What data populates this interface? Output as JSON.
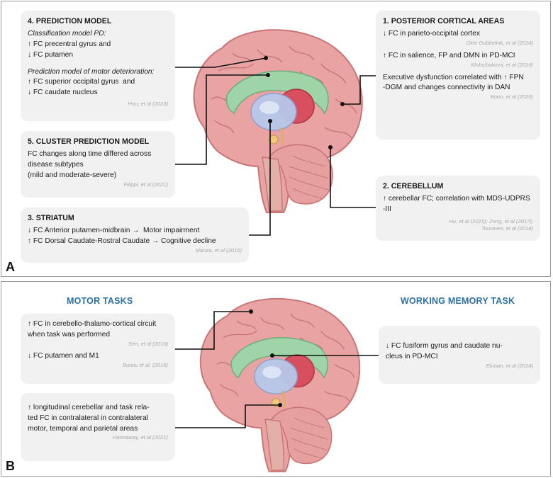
{
  "panel_a": {
    "letter": "A",
    "prediction_model": {
      "title": "4. PREDICTION MODEL",
      "sub1": "Classification model PD:",
      "l1": "↑ FC precentral gyrus and",
      "l2": "↓ FC putamen",
      "sub2": "Prediction model of motor deterioration:",
      "l3": "↑ FC superior occipital gyrus  and",
      "l4": "↓ FC caudate nucleus",
      "cite": "Hou, et al (2023)"
    },
    "cluster_model": {
      "title": "5. CLUSTER PREDICTION MODEL",
      "l1": "FC changes along time differed across",
      "l2": "disease subtypes",
      "l3": "(mild and moderate-severe)",
      "cite": "Filippi, et al (2021)"
    },
    "striatum": {
      "title": "3. STRIATUM",
      "l1": "↓ FC Anterior putamen-midbrain →  Motor impairment",
      "l2": "↑ FC Dorsal Caudate-Rostral Caudate → Cognitive decline",
      "cite": "Manza, et al (2016)"
    },
    "posterior": {
      "title": "1. POSTERIOR CORTICAL AREAS",
      "l1": "↓ FC in parieto-occipital cortex",
      "cite1": "Olde Dubbelink, et al (2014)",
      "l2": "↑ FC in salience, FP and DMN in PD-MCI",
      "cite2": "Klobušiaková, et al (2019)",
      "l3": "Executive dysfunction correlated with ↑ FPN",
      "l4": "-DGM and changes connectivity in DAN",
      "cite3": "Boon, et al (2020)"
    },
    "cerebellum": {
      "title": "2. CEREBELLUM",
      "l1": "↑ cerebellar FC; correlation with MDS-UDPRS",
      "l2": "-III",
      "cite1": "Hu, et al (2015); Zeng, et al (2017);",
      "cite2": "Touvinen, et al (2018)"
    }
  },
  "panel_b": {
    "letter": "B",
    "motor_heading": "MOTOR TASKS",
    "wm_heading": "WORKING MEMORY TASK",
    "motor_box1": {
      "l1": "↑ FC in cerebello-thalamo-cortical circuit",
      "l2": "when task was performed",
      "cite1": "Sen, et al (2010)",
      "l3": "↓ FC putamen and M1",
      "cite2": "Burciu et al, (2016)"
    },
    "motor_box2": {
      "l1": "↑ longitudinal cerebellar and task rela-",
      "l2": "ted FC in contralateral in contralateral",
      "l3": "motor, temporal and parietal areas",
      "cite": "Hannaway, et al (2021)"
    },
    "wm_box": {
      "l1": "↓ FC fusiform gyrus and caudate nu-",
      "l2": "cleus in PD-MCI",
      "cite": "Ekman, et al (2014)"
    }
  },
  "colors": {
    "brain": "#e9a3a3",
    "brain_outline": "#c87474",
    "cingulate": "#9fd4a8",
    "thalamus": "#b8c8ea",
    "putamen": "#d84f5f",
    "heading": "#2c6fa3",
    "box_bg": "#f1f1f1",
    "citation": "#a8a8a8"
  }
}
